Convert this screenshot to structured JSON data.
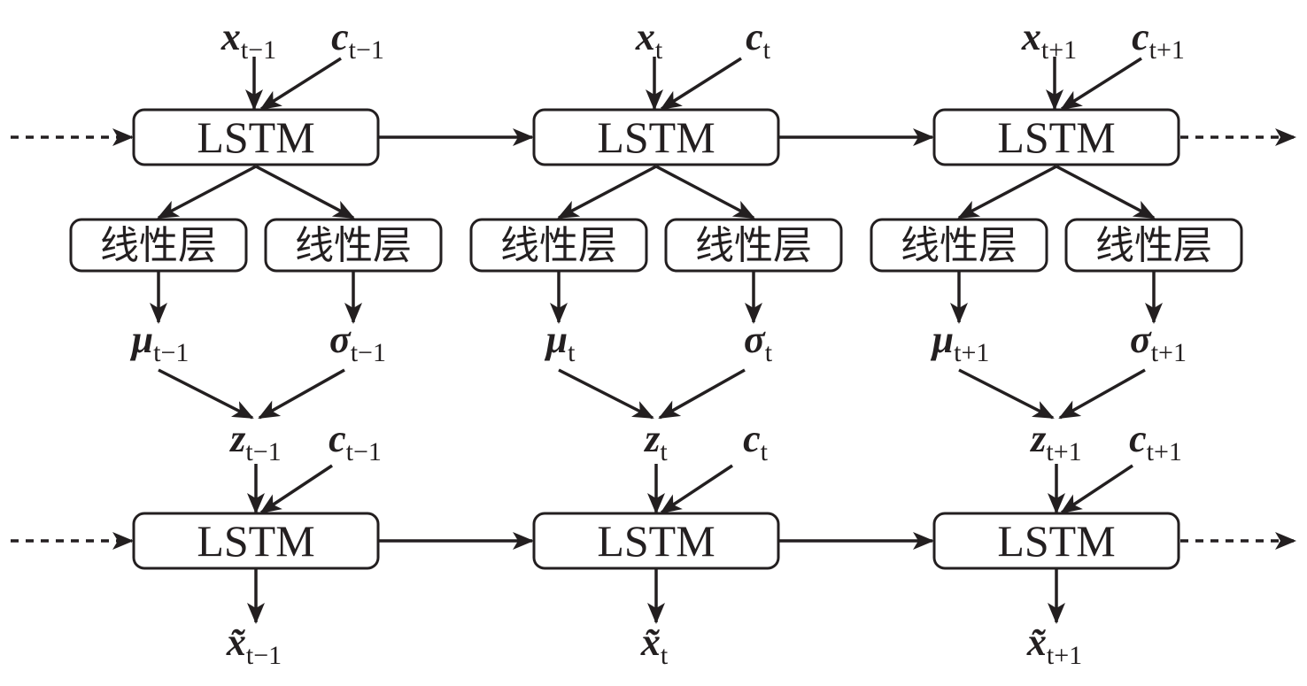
{
  "diagram": {
    "type": "LSTM encoder-decoder (VAE-style) unrolled over time",
    "colors": {
      "ink": "#231f20",
      "background": "#ffffff"
    },
    "columns": [
      {
        "step": "t-1",
        "encoder_inputs": {
          "x": {
            "base": "x",
            "sub": "t−1"
          },
          "c": {
            "base": "c",
            "sub": "t−1"
          }
        },
        "encoder_label": "LSTM",
        "linear_left": "线性层",
        "linear_right": "线性层",
        "mu": {
          "base": "μ",
          "sub": "t−1"
        },
        "sigma": {
          "base": "σ",
          "sub": "t−1"
        },
        "z": {
          "base": "z",
          "sub": "t−1"
        },
        "c2": {
          "base": "c",
          "sub": "t−1"
        },
        "decoder_label": "LSTM",
        "output": {
          "base": "x̃",
          "sub": "t−1"
        }
      },
      {
        "step": "t",
        "encoder_inputs": {
          "x": {
            "base": "x",
            "sub": "t"
          },
          "c": {
            "base": "c",
            "sub": "t"
          }
        },
        "encoder_label": "LSTM",
        "linear_left": "线性层",
        "linear_right": "线性层",
        "mu": {
          "base": "μ",
          "sub": "t"
        },
        "sigma": {
          "base": "σ",
          "sub": "t"
        },
        "z": {
          "base": "z",
          "sub": "t"
        },
        "c2": {
          "base": "c",
          "sub": "t"
        },
        "decoder_label": "LSTM",
        "output": {
          "base": "x̃",
          "sub": "t"
        }
      },
      {
        "step": "t+1",
        "encoder_inputs": {
          "x": {
            "base": "x",
            "sub": "t+1"
          },
          "c": {
            "base": "c",
            "sub": "t+1"
          }
        },
        "encoder_label": "LSTM",
        "linear_left": "线性层",
        "linear_right": "线性层",
        "mu": {
          "base": "μ",
          "sub": "t+1"
        },
        "sigma": {
          "base": "σ",
          "sub": "t+1"
        },
        "z": {
          "base": "z",
          "sub": "t+1"
        },
        "c2": {
          "base": "c",
          "sub": "t+1"
        },
        "decoder_label": "LSTM",
        "output": {
          "base": "x̃",
          "sub": "t+1"
        }
      }
    ],
    "recurrent_edges": [
      {
        "row": "encoder",
        "from": "previous",
        "to": "t-1",
        "style": "dashed"
      },
      {
        "row": "encoder",
        "from": "t-1",
        "to": "t",
        "style": "solid"
      },
      {
        "row": "encoder",
        "from": "t",
        "to": "t+1",
        "style": "solid"
      },
      {
        "row": "encoder",
        "from": "t+1",
        "to": "next",
        "style": "dashed"
      },
      {
        "row": "decoder",
        "from": "previous",
        "to": "t-1",
        "style": "dashed"
      },
      {
        "row": "decoder",
        "from": "t-1",
        "to": "t",
        "style": "solid"
      },
      {
        "row": "decoder",
        "from": "t",
        "to": "t+1",
        "style": "solid"
      },
      {
        "row": "decoder",
        "from": "t+1",
        "to": "next",
        "style": "dashed"
      }
    ]
  }
}
